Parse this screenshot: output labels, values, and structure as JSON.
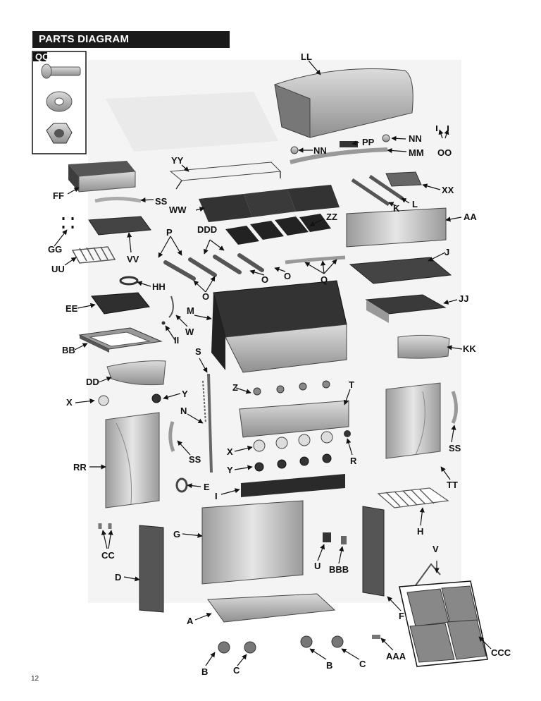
{
  "header": {
    "title": "PARTS DIAGRAM"
  },
  "page_number": "12",
  "labels": {
    "QQ": "QQ",
    "LL": "LL",
    "NN": "NN",
    "PP": "PP",
    "MM": "MM",
    "OO": "OO",
    "YY": "YY",
    "FF": "FF",
    "SS": "SS",
    "XX": "XX",
    "WW": "WW",
    "K": "K",
    "L": "L",
    "ZZ": "ZZ",
    "AA": "AA",
    "GG": "GG",
    "VV": "VV",
    "P": "P",
    "DDD": "DDD",
    "UU": "UU",
    "O": "O",
    "Q": "Q",
    "J": "J",
    "HH": "HH",
    "EE": "EE",
    "M": "M",
    "JJ": "JJ",
    "W": "W",
    "II": "II",
    "BB": "BB",
    "S": "S",
    "KK": "KK",
    "DD": "DD",
    "Z": "Z",
    "T": "T",
    "X": "X",
    "Y": "Y",
    "N": "N",
    "R": "R",
    "RR": "RR",
    "E": "E",
    "I": "I",
    "TT": "TT",
    "G": "G",
    "H": "H",
    "CC": "CC",
    "U": "U",
    "BBB": "BBB",
    "D": "D",
    "V": "V",
    "F": "F",
    "A": "A",
    "CCC": "CCC",
    "AAA": "AAA",
    "B": "B",
    "C": "C"
  }
}
